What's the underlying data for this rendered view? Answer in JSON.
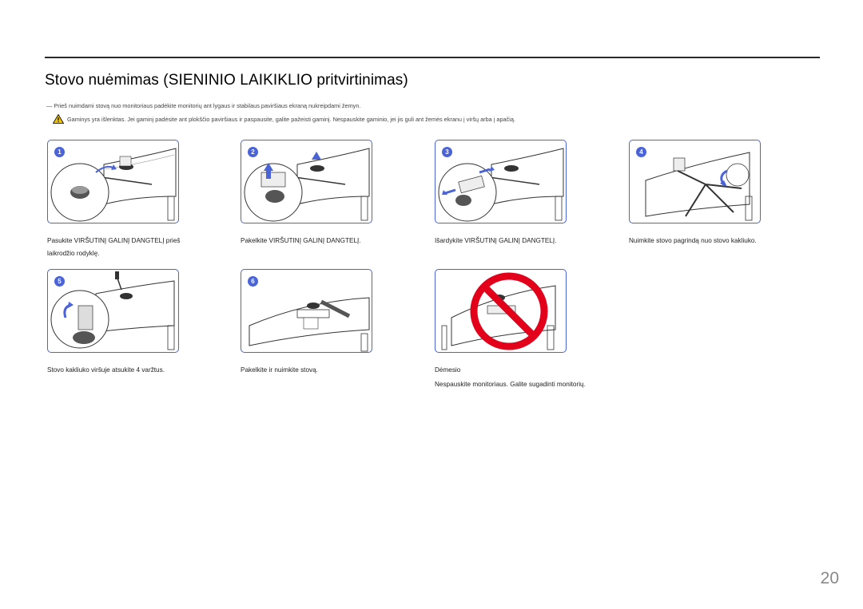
{
  "page": {
    "title": "Stovo nuėmimas (SIENINIO LAIKIKLIO pritvirtinimas)",
    "note_dash": "―",
    "note": "Prieš nuimdami stovą nuo monitoriaus padėkite monitorių ant lygaus ir stabilaus paviršiaus ekraną nukreipdami žemyn.",
    "warning": "Gaminys yra išlenktas. Jei gaminį padėsite ant plokščio paviršiaus ir paspausite, galite pažeisti gaminį. Nespauskite gaminio, jei jis guli ant žemės ekranu į viršų arba į apačią.",
    "page_number": "20"
  },
  "steps": [
    {
      "num": "1",
      "caption": "Pasukite VIRŠUTINĮ GALINĮ DANGTELĮ prieš laikrodžio rodyklę."
    },
    {
      "num": "2",
      "caption": "Pakelkite VIRŠUTINĮ GALINĮ DANGTELĮ."
    },
    {
      "num": "3",
      "caption": "Išardykite VIRŠUTINĮ GALINĮ DANGTELĮ."
    },
    {
      "num": "4",
      "caption": "Nuimkite stovo pagrindą nuo stovo kakliuko."
    },
    {
      "num": "5",
      "caption": "Stovo kakliuko viršuje atsukite 4 varžtus."
    },
    {
      "num": "6",
      "caption": "Pakelkite ir nuimkite stovą."
    }
  ],
  "caution": {
    "heading": "Dėmesio",
    "text": "Nespauskite monitoriaus. Galite sugadinti monitorių."
  },
  "colors": {
    "accent": "#4a63d6",
    "prohibit": "#e3001b"
  },
  "icons": {
    "warning": "warning-triangle-icon",
    "prohibit": "prohibited-sign-icon"
  }
}
